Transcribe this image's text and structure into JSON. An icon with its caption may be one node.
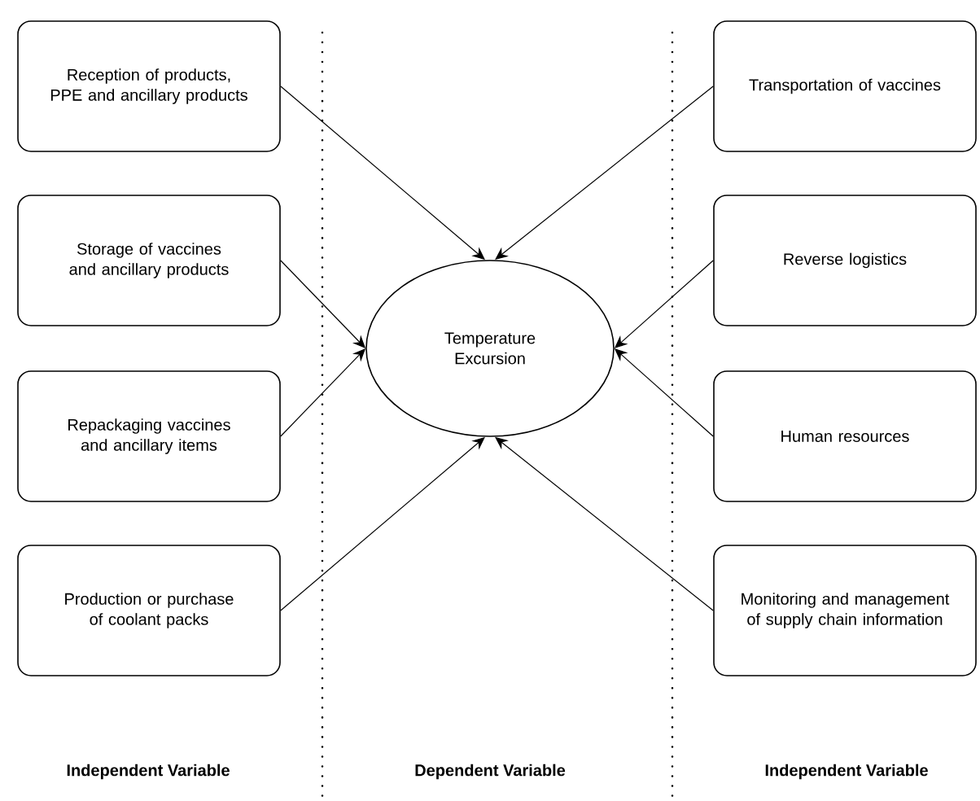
{
  "diagram": {
    "nodes": [
      {
        "text": [
          "Reception of products, PPE and ancillary products"
        ]
      },
      {
        "text": [
          "Storage of vaccines and ancillary products"
        ]
      },
      {
        "text": [
          "Repackaging vaccines and ancillary items"
        ]
      },
      {
        "text": [
          "Production or purchase of coolant packs"
        ]
      },
      {
        "text": [
          "Temperature Excursion"
        ]
      },
      {
        "text": [
          "Transportation of vaccines"
        ]
      },
      {
        "text": [
          "Reverse logistics"
        ]
      },
      {
        "text": [
          "Human resources"
        ]
      },
      {
        "text": [
          "Monitoring and management of supply chain information"
        ]
      }
    ],
    "edges": [
      {
        "from": 0,
        "to": 4,
        "arrow": "to"
      },
      {
        "from": 1,
        "to": 4,
        "arrow": "to"
      },
      {
        "from": 2,
        "to": 4,
        "arrow": "to"
      },
      {
        "from": 3,
        "to": 4,
        "arrow": "to"
      },
      {
        "from": 5,
        "to": 4,
        "arrow": "to"
      },
      {
        "from": 6,
        "to": 4,
        "arrow": "to"
      },
      {
        "from": 7,
        "to": 4,
        "arrow": "to"
      },
      {
        "from": 8,
        "to": 4,
        "arrow": "to"
      }
    ],
    "labels": [
      "Independent Variable",
      "Dependent Variable",
      "Independent Variable"
    ]
  }
}
